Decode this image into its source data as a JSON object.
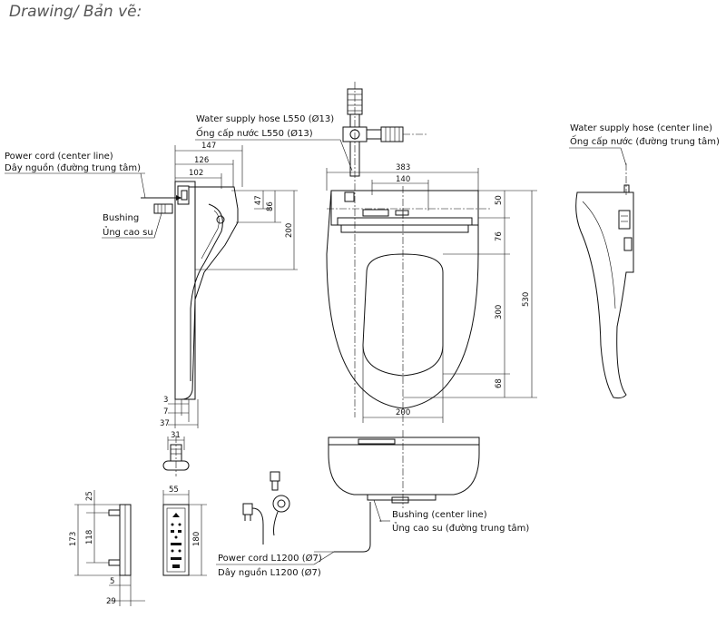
{
  "title": "Drawing/ Bản vẽ:",
  "labels": {
    "water_hose_en": "Water supply hose L550 (Ø13)",
    "water_hose_vi": "Ống cấp nước L550 (Ø13)",
    "power_cord_cl_en": "Power cord (center line)",
    "power_cord_cl_vi": "Dây nguồn (đường trung tâm)",
    "bushing_side_en": "Bushing",
    "bushing_side_vi": "Ủng cao su",
    "water_cl_en": "Water supply hose (center line)",
    "water_cl_vi": "Ống cấp nước (đường trung tâm)",
    "bushing_cl_en": "Bushing (center line)",
    "bushing_cl_vi": "Ủng cao su (đường trung tâm)",
    "power_cord_len_en": "Power cord L1200 (Ø7)",
    "power_cord_len_vi": "Dây nguồn L1200 (Ø7)"
  },
  "dims": {
    "d147": "147",
    "d126": "126",
    "d102": "102",
    "d47": "47",
    "d86": "86",
    "d200v": "200",
    "d3": "3",
    "d7": "7",
    "d37": "37",
    "d383": "383",
    "d140": "140",
    "d50": "50",
    "d76": "76",
    "d300": "300",
    "d68": "68",
    "d530": "530",
    "d200h": "200",
    "d31": "31",
    "d55": "55",
    "d180": "180",
    "d25": "25",
    "d173": "173",
    "d118": "118",
    "d5": "5",
    "d29": "29"
  }
}
